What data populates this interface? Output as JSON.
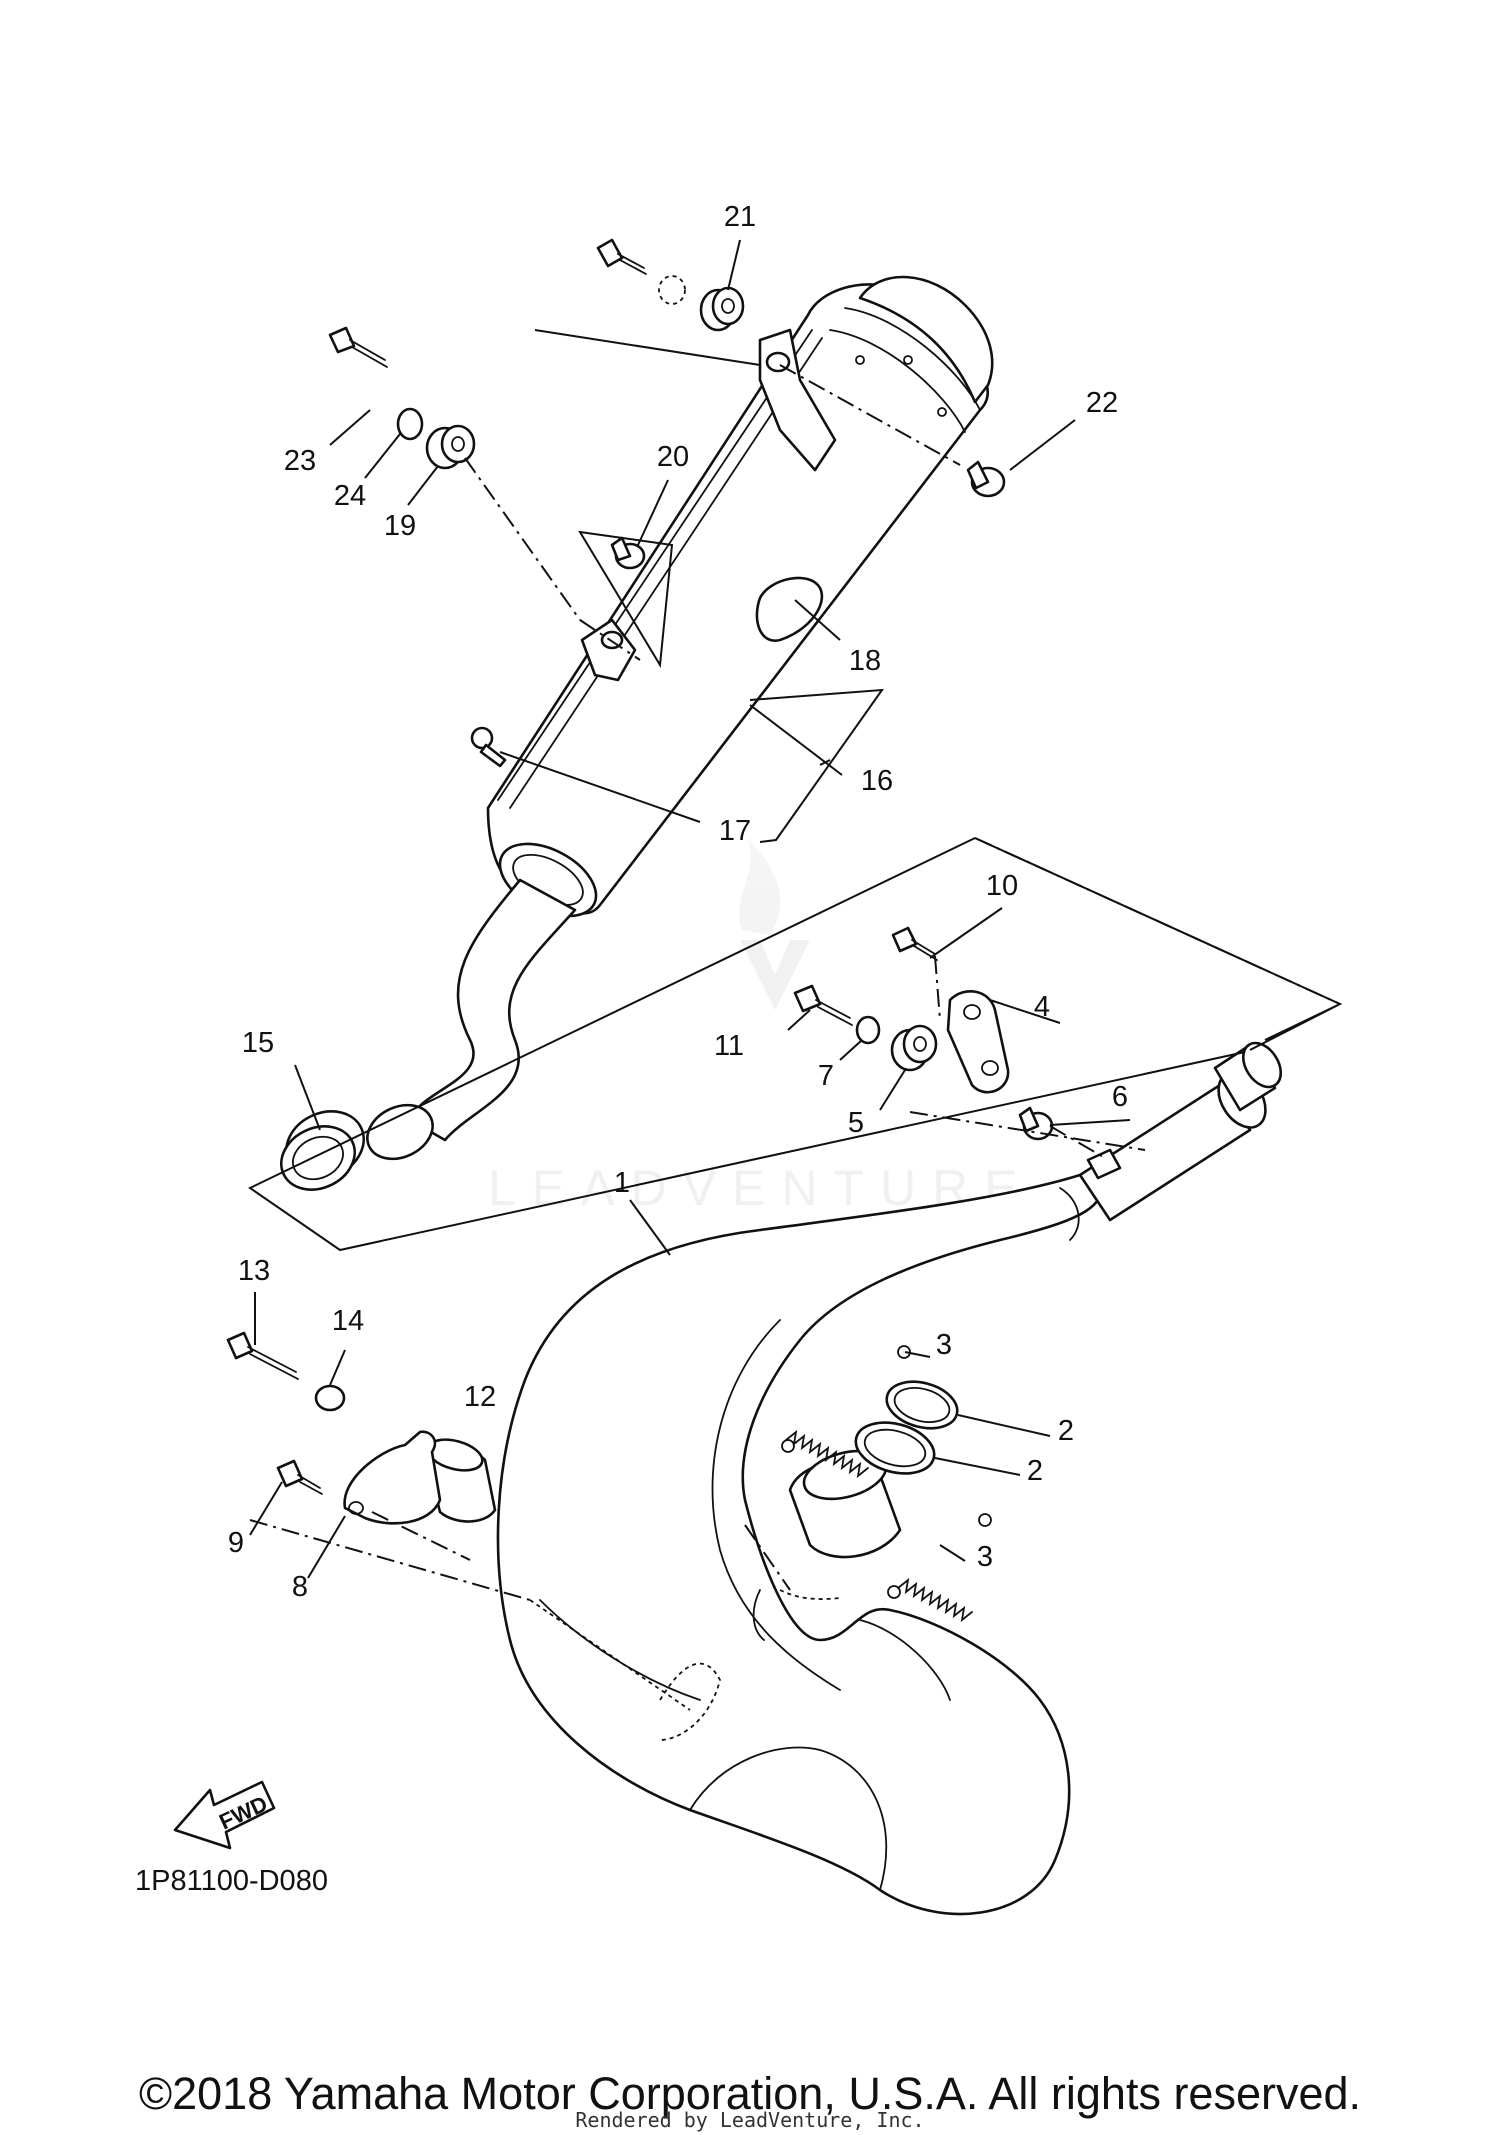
{
  "diagram": {
    "callouts": [
      {
        "id": "21",
        "label": "21"
      },
      {
        "id": "22",
        "label": "22"
      },
      {
        "id": "23",
        "label": "23"
      },
      {
        "id": "24",
        "label": "24"
      },
      {
        "id": "19",
        "label": "19"
      },
      {
        "id": "20",
        "label": "20"
      },
      {
        "id": "18",
        "label": "18"
      },
      {
        "id": "16",
        "label": "16"
      },
      {
        "id": "17",
        "label": "17"
      },
      {
        "id": "10",
        "label": "10"
      },
      {
        "id": "4",
        "label": "4"
      },
      {
        "id": "11",
        "label": "11"
      },
      {
        "id": "6",
        "label": "6"
      },
      {
        "id": "7",
        "label": "7"
      },
      {
        "id": "5",
        "label": "5"
      },
      {
        "id": "15",
        "label": "15"
      },
      {
        "id": "1",
        "label": "1"
      },
      {
        "id": "13",
        "label": "13"
      },
      {
        "id": "14",
        "label": "14"
      },
      {
        "id": "12",
        "label": "12"
      },
      {
        "id": "3a",
        "label": "3"
      },
      {
        "id": "2a",
        "label": "2"
      },
      {
        "id": "2b",
        "label": "2"
      },
      {
        "id": "3b",
        "label": "3"
      },
      {
        "id": "9",
        "label": "9"
      },
      {
        "id": "8",
        "label": "8"
      }
    ],
    "fwd_label": "FWD",
    "diagram_code": "1P81100-D080",
    "watermark": "LEADVENTURE"
  },
  "footer": {
    "copyright": "©2018 Yamaha Motor Corporation, U.S.A. All rights reserved.",
    "rendered_by": "Rendered by LeadVenture, Inc."
  }
}
